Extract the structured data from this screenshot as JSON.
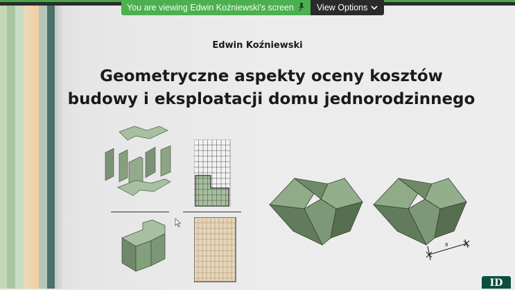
{
  "share_banner": {
    "viewing_text": "You are viewing Edwin Koźniewski's screen",
    "view_options_label": "View Options"
  },
  "slide": {
    "author": "Edwin Koźniewski",
    "title_line1": "Geometryczne aspekty oceny kosztów",
    "title_line2": "budowy i eksploatacji domu jednorodzinnego",
    "dimension_label": "s",
    "logo_text": "ID"
  },
  "colors": {
    "banner_green": "#4caf50",
    "banner_dark": "#2a2a2a",
    "model_green": "#93ad8c",
    "grid_beige": "#e6d5b8",
    "logo_green": "#0b4f3f"
  },
  "icons": {
    "pin": "pushpin-icon",
    "chevron": "chevron-down-icon",
    "cursor": "mouse-pointer-icon"
  }
}
